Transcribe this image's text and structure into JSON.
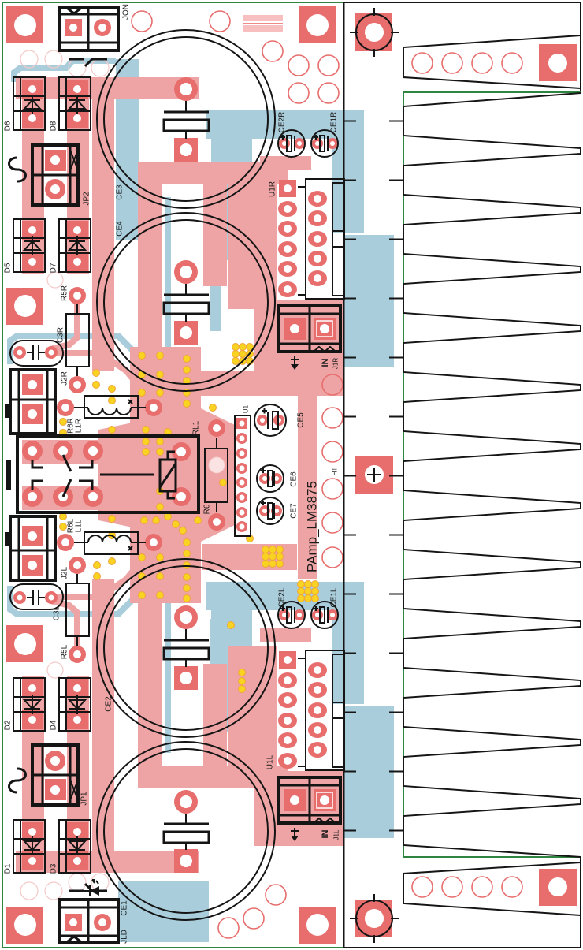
{
  "board": {
    "title": "PAmp_LM3875",
    "heatsink_mount_label": "HT",
    "layer_colors": {
      "top_copper": "#EEA4A4",
      "pads": "#E86E6E",
      "bottom_copper": "#A9CDDB",
      "vias": "#F8D321",
      "silkscreen": "#151515",
      "board_outline": "#2E8540"
    }
  },
  "icons": {
    "ac_input": "tilde-ac-icon",
    "diode": "diode-icon",
    "ground": "ground-arrow-icon",
    "led": "led-icon",
    "mounting_hole": "crosshair-mount-icon",
    "inductor": "coil-icon",
    "relay_coil": "relay-coil-icon"
  },
  "control": {
    "power_connector": "JON",
    "led_connector": "JLD",
    "relay": "RL1",
    "ic": "U1",
    "resistor": "R6",
    "caps": [
      "CE5",
      "CE6",
      "CE7"
    ]
  },
  "right_channel": {
    "diodes": [
      "D6",
      "D8",
      "D5",
      "D7"
    ],
    "ac_connector": "JP2",
    "bulk_caps": [
      "CE3",
      "CE4"
    ],
    "reg_caps": [
      "CE2R",
      "CE1R"
    ],
    "regulator": "U1R",
    "r5": "R5R",
    "c3": "C3R",
    "j2": "J2R",
    "r6": "R6R",
    "l1": "L1R",
    "input_connector": "J1R",
    "input_label": "IN"
  },
  "left_channel": {
    "diodes": [
      "D2",
      "D4",
      "D1",
      "D3"
    ],
    "ac_connector": "JP1",
    "bulk_caps": [
      "CE2",
      "CE1"
    ],
    "reg_caps": [
      "CE2L",
      "CE1L"
    ],
    "regulator": "U1L",
    "r5": "R5L",
    "c3": "C3L",
    "j2": "J2L",
    "r6": "R6L",
    "l1": "L1L",
    "input_connector": "J1L",
    "input_label": "IN"
  }
}
